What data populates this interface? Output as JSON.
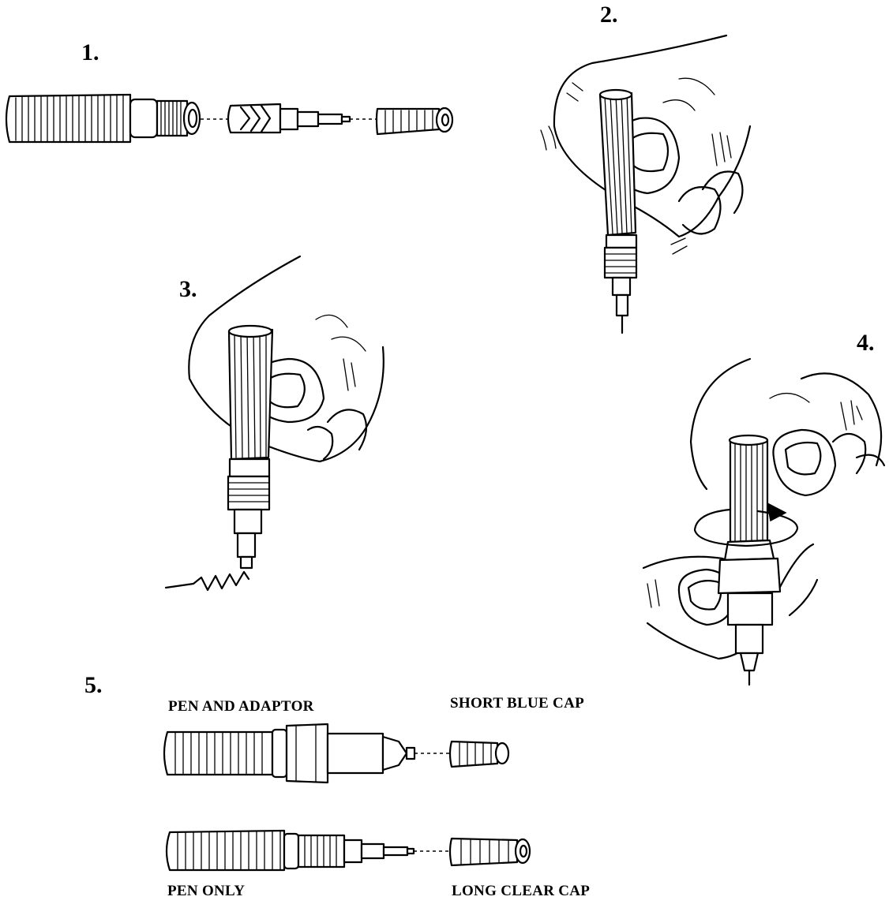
{
  "steps": [
    {
      "number": "1."
    },
    {
      "number": "2."
    },
    {
      "number": "3."
    },
    {
      "number": "4."
    },
    {
      "number": "5."
    }
  ],
  "captions": {
    "pen_and_adaptor": "PEN AND ADAPTOR",
    "short_blue_cap": "SHORT BLUE CAP",
    "pen_only": "PEN ONLY",
    "long_clear_cap": "LONG CLEAR CAP"
  },
  "colors": {
    "ink": "#000000",
    "paper": "#ffffff"
  }
}
